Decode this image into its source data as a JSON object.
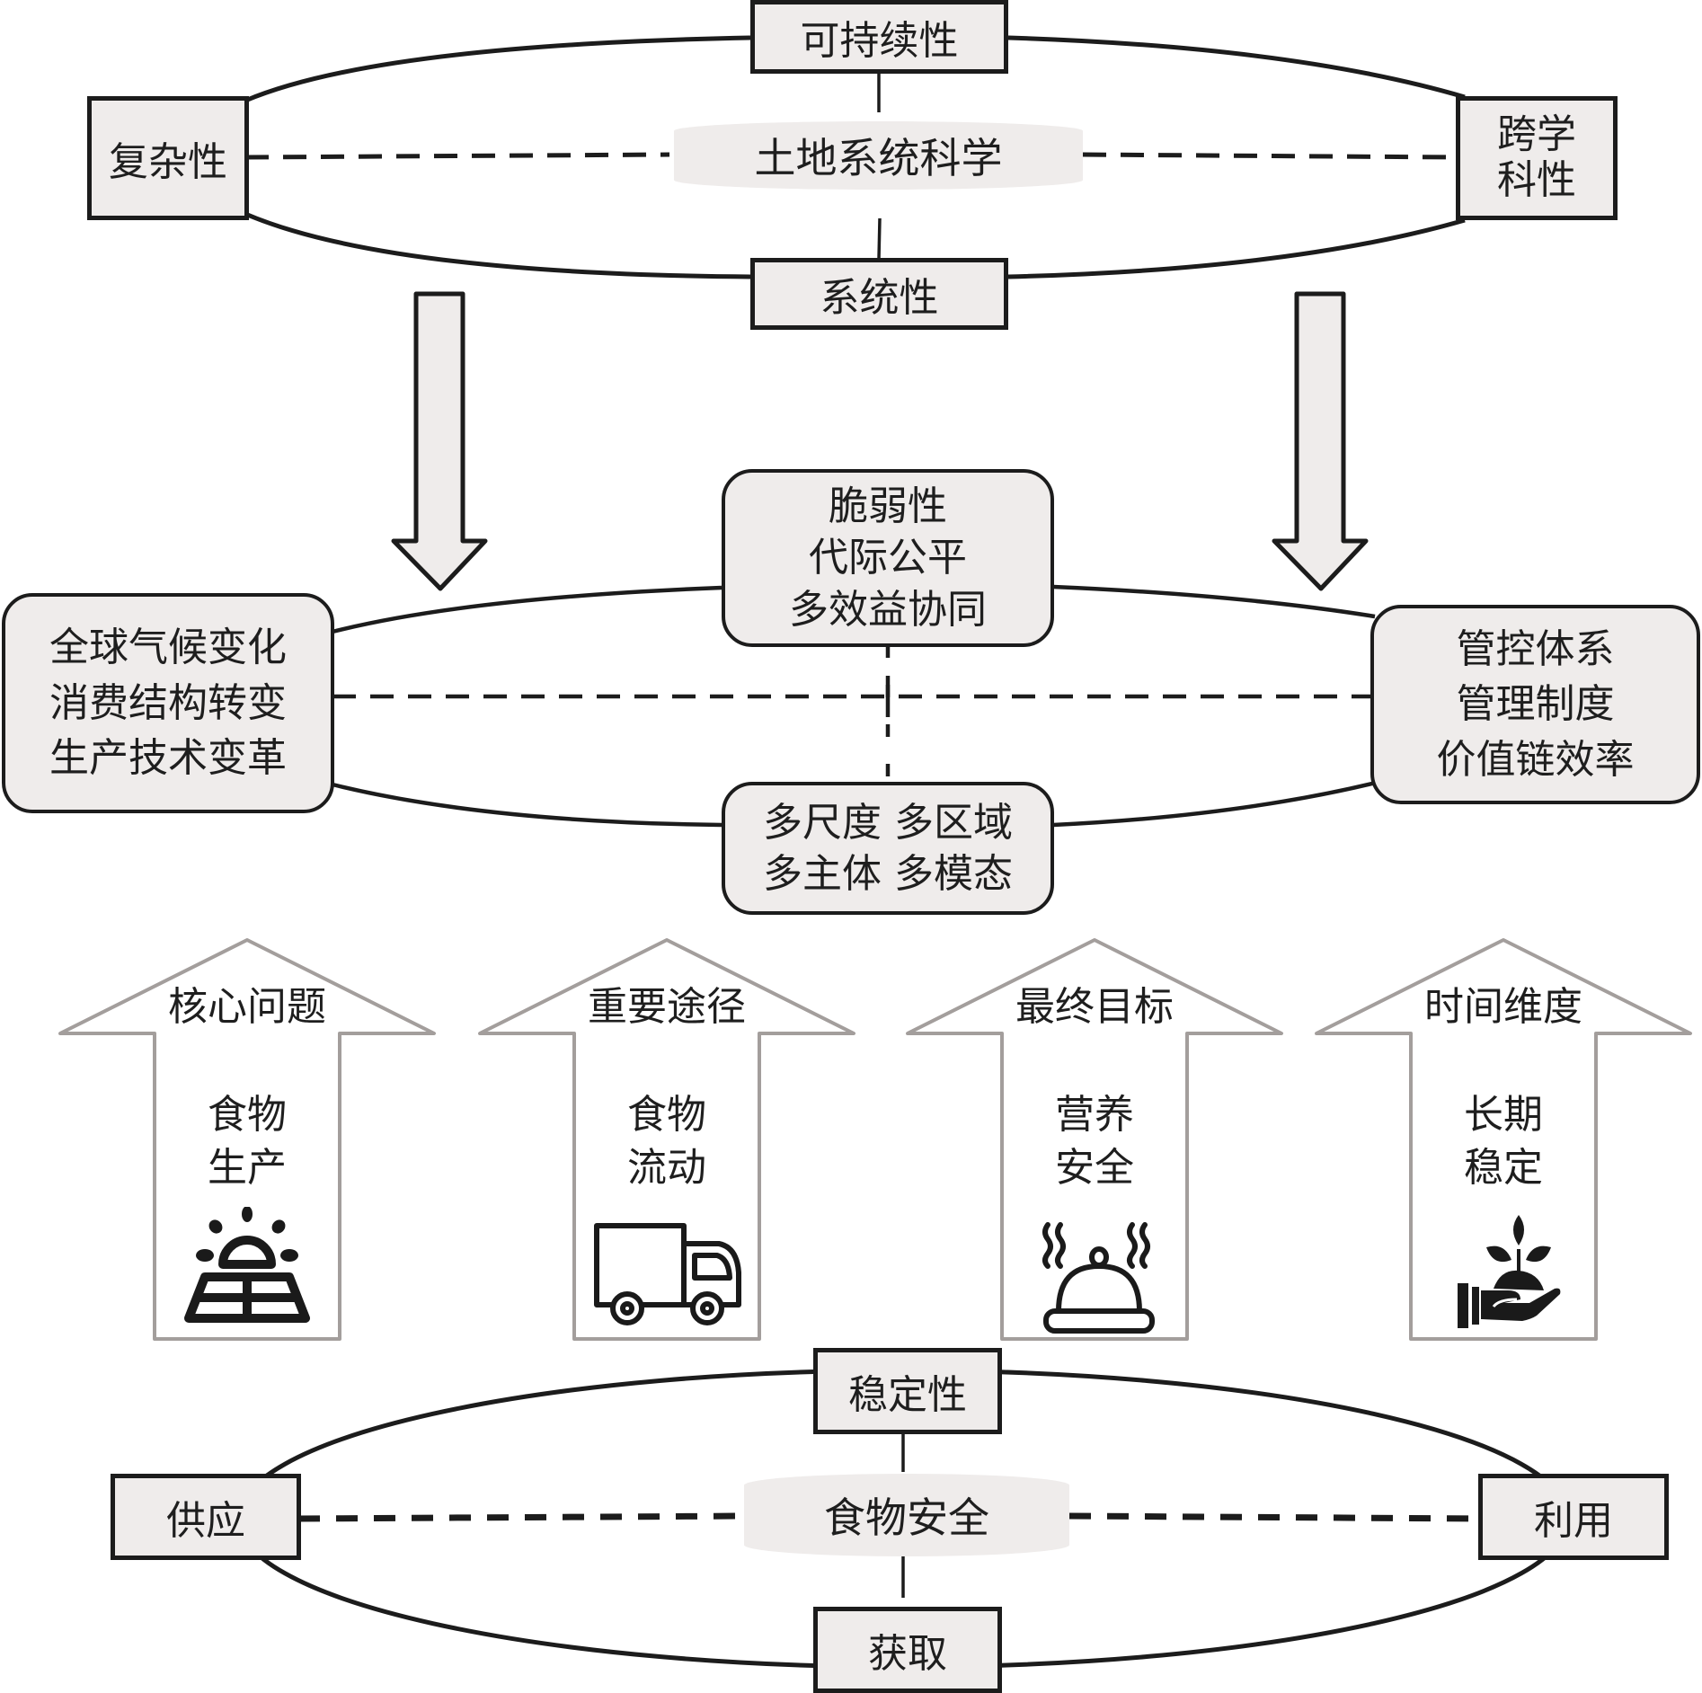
{
  "top_cycle": {
    "center": "土地系统科学",
    "top": "可持续性",
    "bottom": "系统性",
    "left": "复杂性",
    "right": [
      "跨学",
      "科性"
    ]
  },
  "middle_cycle": {
    "top": [
      "脆弱性",
      "代际公平",
      "多效益协同"
    ],
    "bottom": [
      "多尺度 多区域",
      "多主体 多模态"
    ],
    "left": [
      "全球气候变化",
      "消费结构转变",
      "生产技术变革"
    ],
    "right": [
      "管控体系",
      "管理制度",
      "价值链效率"
    ]
  },
  "pillars": [
    {
      "title": "核心问题",
      "body": [
        "食物",
        "生产"
      ],
      "icon": "solar-panel-icon"
    },
    {
      "title": "重要途径",
      "body": [
        "食物",
        "流动"
      ],
      "icon": "delivery-truck-icon"
    },
    {
      "title": "最终目标",
      "body": [
        "营养",
        "安全"
      ],
      "icon": "food-cloche-icon"
    },
    {
      "title": "时间维度",
      "body": [
        "长期",
        "稳定"
      ],
      "icon": "hand-plant-icon"
    }
  ],
  "bottom_cycle": {
    "center": "食物安全",
    "top": "稳定性",
    "bottom": "获取",
    "left": "供应",
    "right": "利用"
  },
  "colors": {
    "box_fill": "#efeceb",
    "stroke": "#1c1c1c",
    "pillar_stroke": "#a39e9c"
  }
}
